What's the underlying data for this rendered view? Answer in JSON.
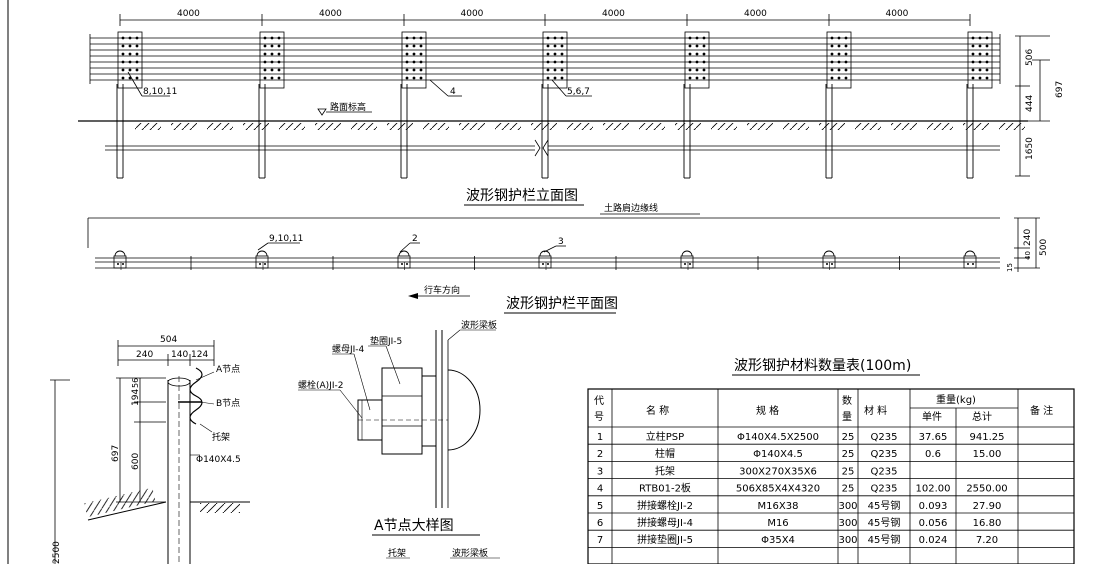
{
  "elevation": {
    "spans": [
      "4000",
      "4000",
      "4000",
      "4000",
      "4000",
      "4000"
    ],
    "right_dims": [
      "506",
      "444",
      "1650"
    ],
    "total_dim": "697",
    "callouts": [
      "8,10,11",
      "4",
      "5,6,7"
    ],
    "ground_label": "路面标高",
    "title": "波形钢护栏立面图"
  },
  "plan": {
    "edge_label": "土路肩边缘线",
    "callouts": [
      "9,10,11",
      "2",
      "3"
    ],
    "right_dims": [
      "240",
      "40",
      "500",
      "15"
    ],
    "direction_label": "行车方向",
    "title": "波形钢护栏平面图"
  },
  "section": {
    "top_dims": [
      "504",
      "240",
      "140",
      "124"
    ],
    "left_dims": [
      "194",
      "56",
      "600",
      "697",
      "2500"
    ],
    "labels": [
      "A节点",
      "B节点",
      "托架",
      "Φ140X4.5"
    ]
  },
  "detail": {
    "labels": [
      "垫圈JI-5",
      "波形梁板",
      "螺母JI-4",
      "螺栓(A)JI-2",
      "托架",
      "波形梁板"
    ],
    "title": "A节点大样图"
  },
  "table": {
    "title": "波形钢护材料数量表(100m)",
    "headers": {
      "code": [
        "代",
        "号"
      ],
      "name": "名  称",
      "spec": "规  格",
      "qty": [
        "数",
        "量"
      ],
      "material": "材  料",
      "weight": "重量(kg)",
      "unit": "单件",
      "total": "总计",
      "remark": "备  注"
    },
    "rows": [
      [
        "1",
        "立柱PSP",
        "Φ140X4.5X2500",
        "25",
        "Q235",
        "37.65",
        "941.25",
        ""
      ],
      [
        "2",
        "柱帽",
        "Φ140X4.5",
        "25",
        "Q235",
        "0.6",
        "15.00",
        ""
      ],
      [
        "3",
        "托架",
        "300X270X35X6",
        "25",
        "Q235",
        "",
        "",
        ""
      ],
      [
        "4",
        "RTB01-2板",
        "506X85X4X4320",
        "25",
        "Q235",
        "102.00",
        "2550.00",
        ""
      ],
      [
        "5",
        "拼接螺栓JI-2",
        "M16X38",
        "300",
        "45号钢",
        "0.093",
        "27.90",
        ""
      ],
      [
        "6",
        "拼接螺母JI-4",
        "M16",
        "300",
        "45号钢",
        "0.056",
        "16.80",
        ""
      ],
      [
        "7",
        "拼接垫圈JI-5",
        "Φ35X4",
        "300",
        "45号钢",
        "0.024",
        "7.20",
        ""
      ]
    ]
  }
}
